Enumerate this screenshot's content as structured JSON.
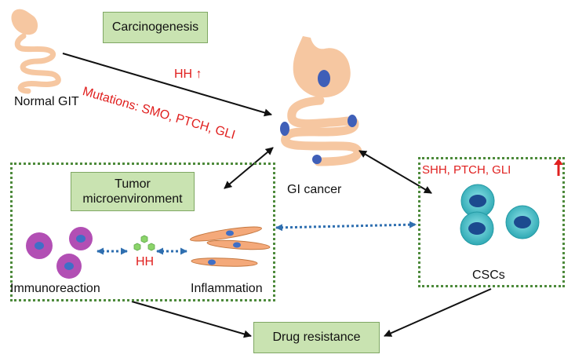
{
  "title_box": "Carcinogenesis",
  "normal_git": "Normal GIT",
  "hh_up": "HH ↑",
  "mutations": "Mutations: SMO, PTCH, GLI",
  "gi_cancer": "GI cancer",
  "tme_title_line1": "Tumor",
  "tme_title_line2": "microenvironment",
  "hh_center": "HH",
  "immunoreaction": "Immunoreaction",
  "inflammation": "Inflammation",
  "csc_markers": "SHH, PTCH, GLI",
  "cscs": "CSCs",
  "drug_resistance": "Drug resistance",
  "colors": {
    "green_box": "#c9e3b1",
    "green_border": "#4d8a3b",
    "red_text": "#e0201f",
    "organ": "#f6c7a1",
    "tumor": "#3f5fb8",
    "immune_cell": "#b24fb4",
    "fibroblast": "#f4a97a",
    "csc_cell": "#54c6cf",
    "dotted_arrow": "#2f6fb0"
  }
}
